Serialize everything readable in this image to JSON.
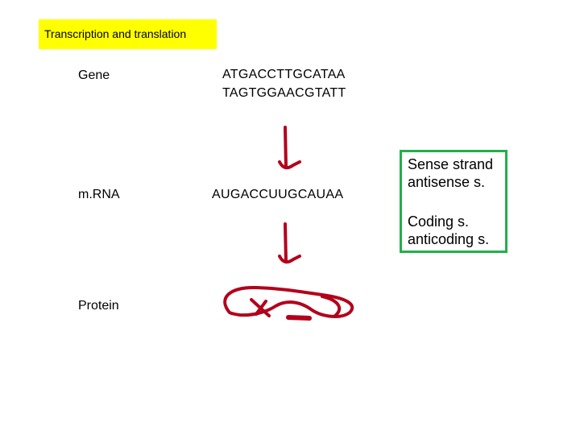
{
  "title": "Transcription and translation",
  "labels": {
    "gene": "Gene",
    "mrna": "m.RNA",
    "protein": "Protein"
  },
  "sequences": {
    "coding_strand": "ATGACCTTGCATAA",
    "template_strand": "TAGTGGAACGTATT",
    "mrna": "AUGACCUUGCAUAA"
  },
  "notes": {
    "line1": "Sense strand",
    "line2": "antisense s.",
    "line3": "Coding s.",
    "line4": "anticoding s."
  },
  "colors": {
    "title_highlight": "#ffff00",
    "note_border": "#22b04a",
    "arrow_and_protein": "#b3001b"
  },
  "icons": {
    "arrow1": "hand-drawn-down-arrow-icon",
    "arrow2": "hand-drawn-down-arrow-icon",
    "protein": "folded-protein-scribble-icon"
  }
}
